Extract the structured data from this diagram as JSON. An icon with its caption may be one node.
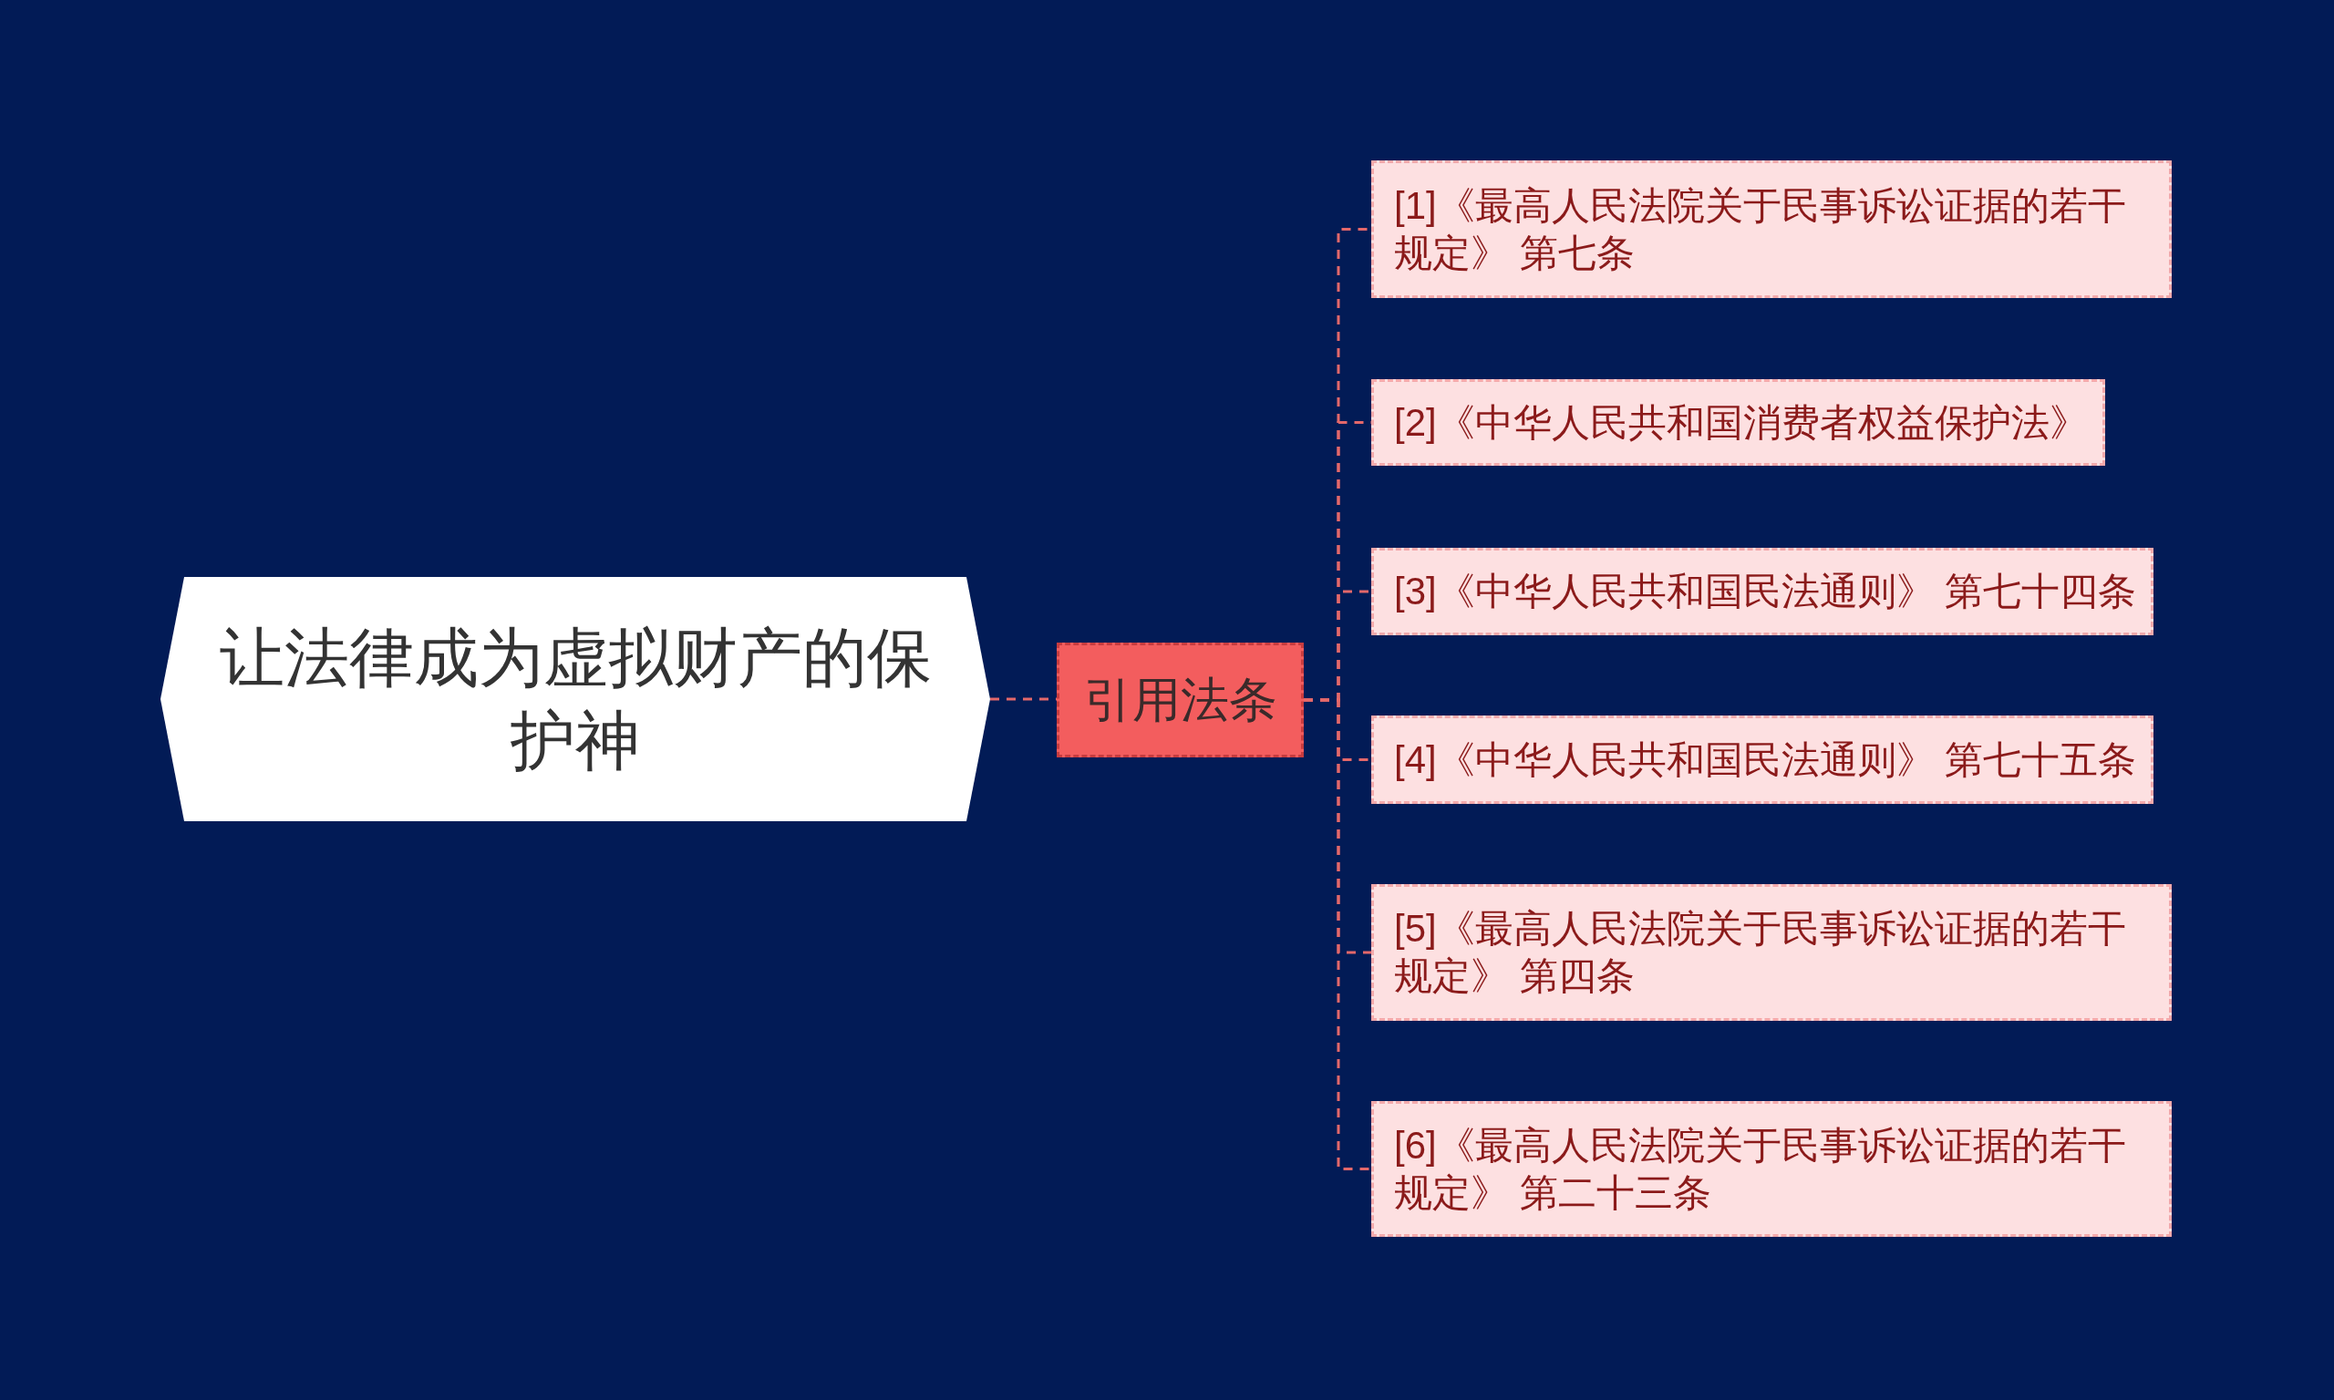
{
  "diagram": {
    "nodes": [
      {
        "text": [
          "让法律成为虚拟财产的保护神"
        ]
      },
      {
        "text": [
          "引用法条"
        ]
      },
      {
        "text": [
          "[1]《最高人民法院关于民事诉讼证据的若干规定》 第七条"
        ]
      },
      {
        "text": [
          "[2]《中华人民共和国消费者权益保护法》"
        ]
      },
      {
        "text": [
          "[3]《中华人民共和国民法通则》 第七十四条"
        ]
      },
      {
        "text": [
          "[4]《中华人民共和国民法通则》 第七十五条"
        ]
      },
      {
        "text": [
          "[5]《最高人民法院关于民事诉讼证据的若干规定》 第四条"
        ]
      },
      {
        "text": [
          "[6]《最高人民法院关于民事诉讼证据的若干规定》 第二十三条"
        ]
      }
    ],
    "edges": [
      {
        "from": 0,
        "to": 1,
        "arrow": "none",
        "style": "dashed"
      },
      {
        "from": 1,
        "to": 2,
        "arrow": "none",
        "style": "dashed"
      },
      {
        "from": 1,
        "to": 3,
        "arrow": "none",
        "style": "dashed"
      },
      {
        "from": 1,
        "to": 4,
        "arrow": "none",
        "style": "dashed"
      },
      {
        "from": 1,
        "to": 5,
        "arrow": "none",
        "style": "dashed"
      },
      {
        "from": 1,
        "to": 6,
        "arrow": "none",
        "style": "dashed"
      },
      {
        "from": 1,
        "to": 7,
        "arrow": "none",
        "style": "dashed"
      }
    ]
  }
}
